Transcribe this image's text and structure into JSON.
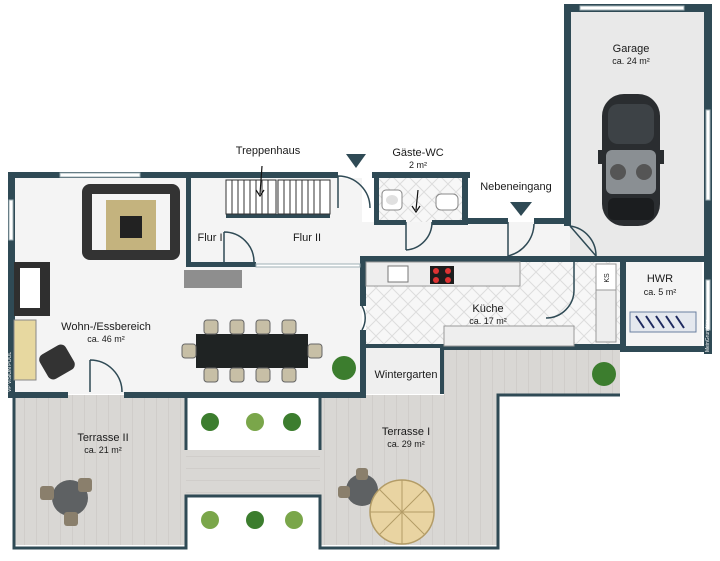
{
  "rooms": {
    "garage": {
      "name": "Garage",
      "area": "ca. 24 m²"
    },
    "treppenhaus": {
      "name": "Treppenhaus"
    },
    "gaeste_wc": {
      "name": "Gäste-WC",
      "area": "2 m²"
    },
    "nebeneingang": {
      "name": "Nebeneingang"
    },
    "flur1": {
      "name": "Flur I"
    },
    "flur2": {
      "name": "Flur II"
    },
    "hwr": {
      "name": "HWR",
      "area": "ca. 5 m²"
    },
    "wohn": {
      "name": "Wohn-/Essbereich",
      "area": "ca. 46 m²"
    },
    "kueche": {
      "name": "Küche",
      "area": "ca. 17 m²"
    },
    "wintergarten": {
      "name": "Wintergarten"
    },
    "terrasse2": {
      "name": "Terrasse II",
      "area": "ca. 21 m²"
    },
    "terrasse1": {
      "name": "Terrasse I",
      "area": "ca. 29 m²"
    }
  },
  "appliance_labels": {
    "ks": "KS"
  },
  "side_text": {
    "left": "VP VISION POOL",
    "right": "MeinGrundriss"
  },
  "colors": {
    "wall": "#2f4a55",
    "deck": "#d9d7d4",
    "floor": "#f4f4f4",
    "garage_floor": "#e9e9e9"
  }
}
